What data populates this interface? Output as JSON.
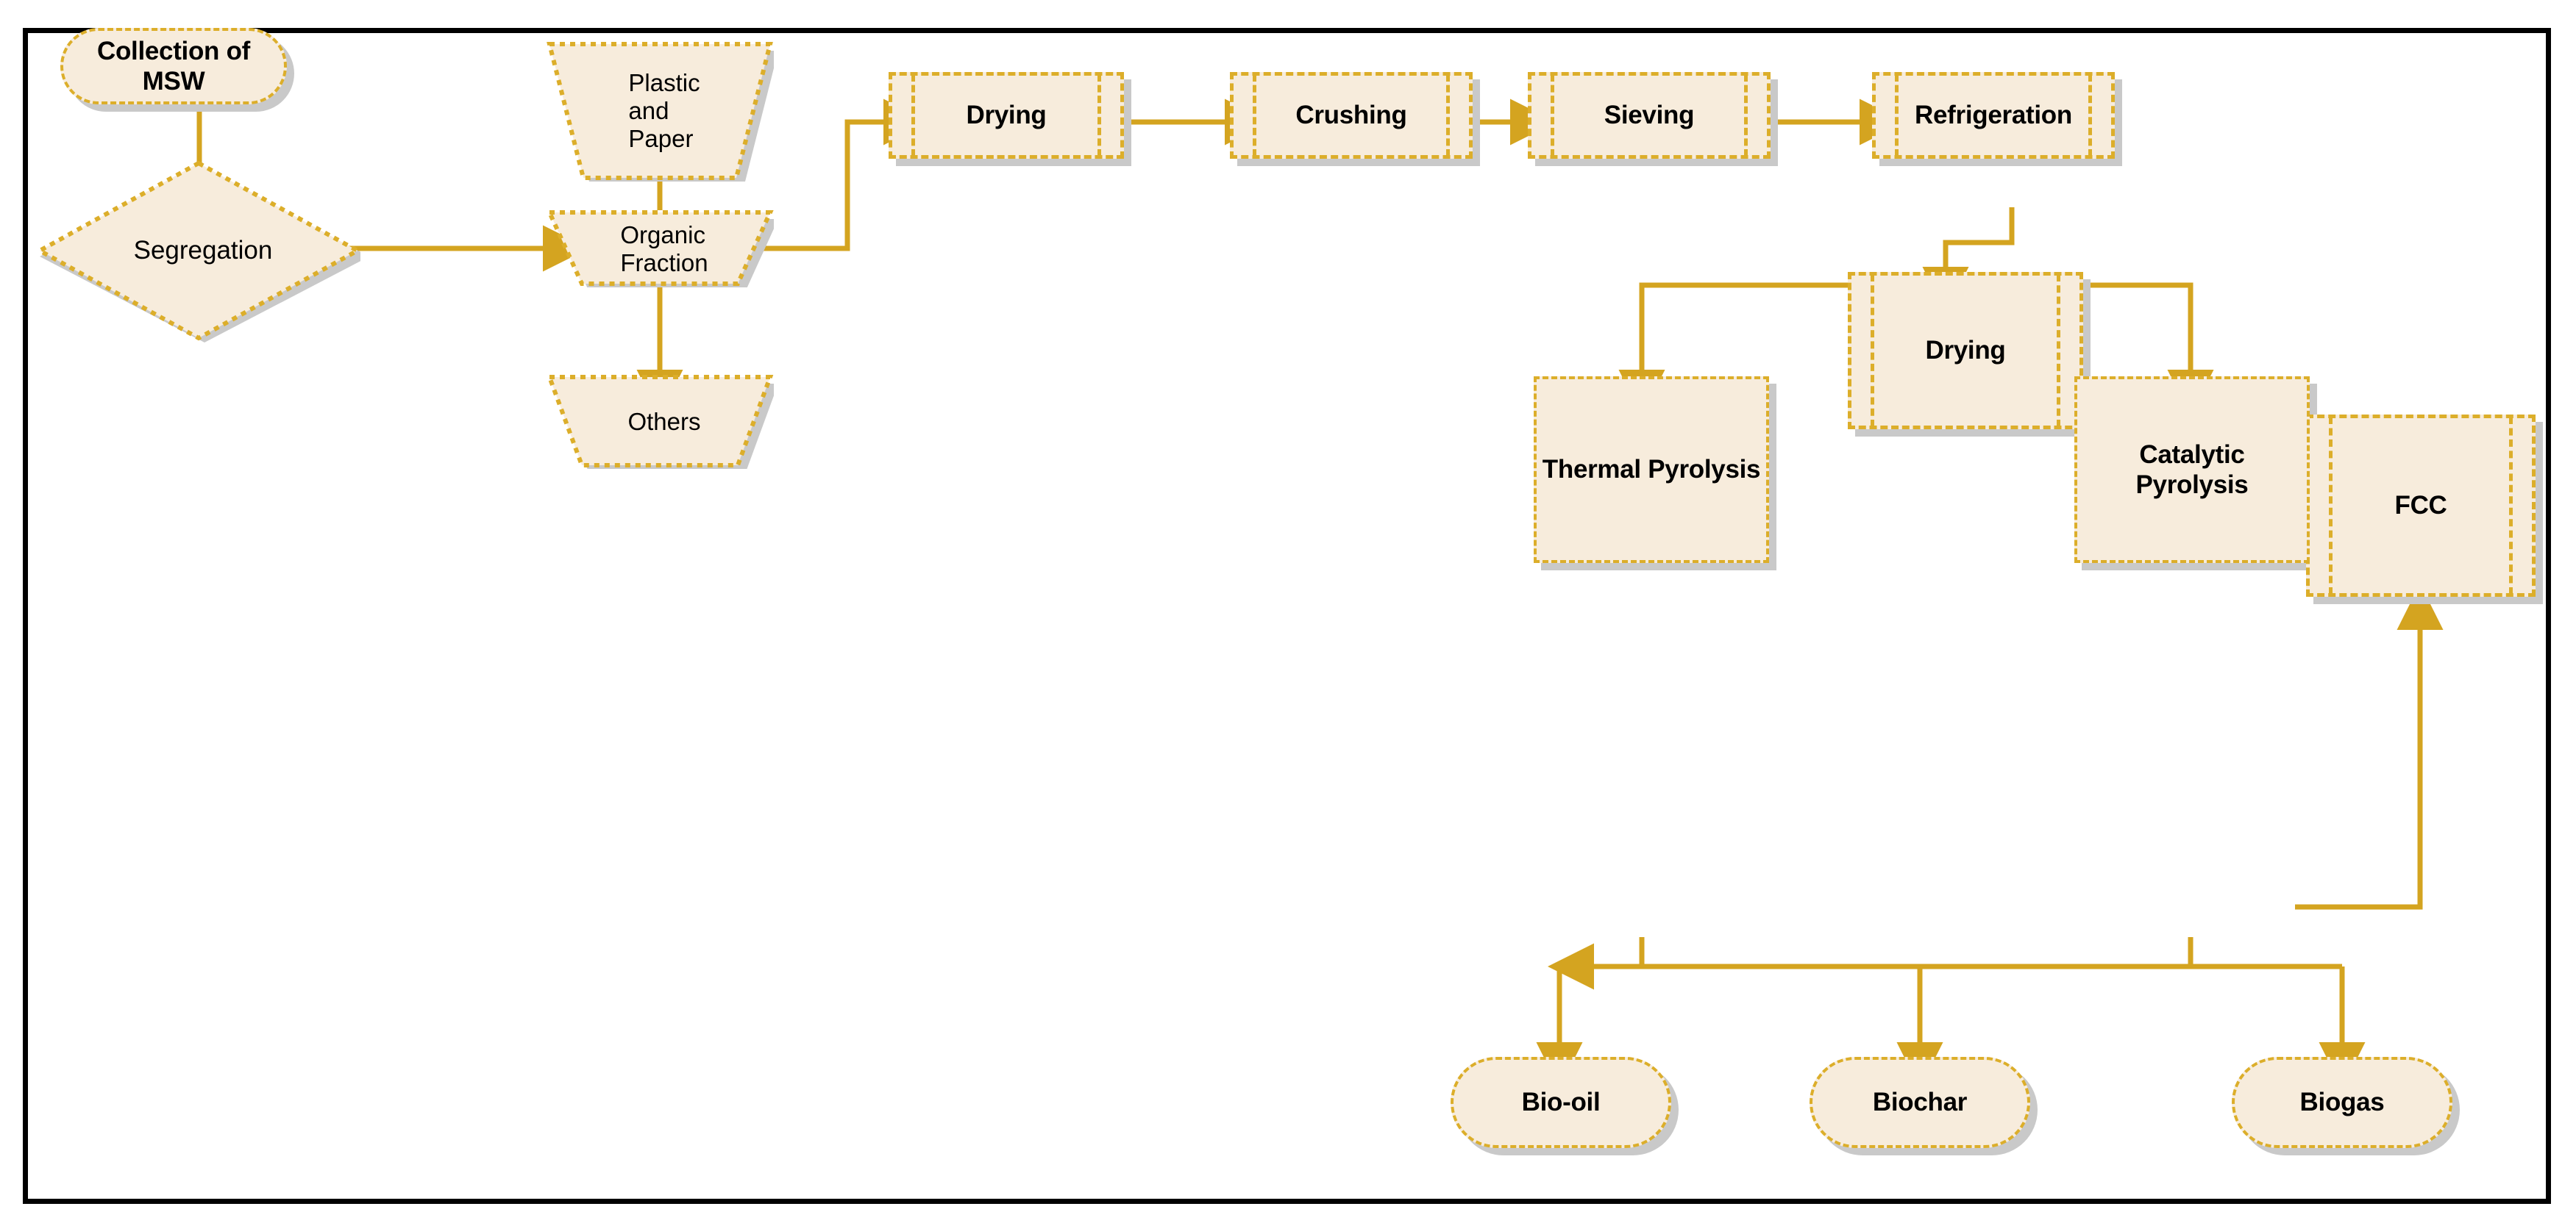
{
  "diagram": {
    "title": "Municipal Solid Waste to Pyrolysis Products Process Flowchart",
    "colors": {
      "shape_fill": "#f7ecdc",
      "shape_border": "#dcae2a",
      "connector": "#d4a420",
      "shadow": "#c9c9c9",
      "frame": "#000000",
      "text": "#000000",
      "background": "#ffffff"
    },
    "nodes": {
      "collection": {
        "label": "Collection of MSW",
        "shape": "terminator"
      },
      "segregation": {
        "label": "Segregation",
        "shape": "decision"
      },
      "plastic_paper": {
        "label": "Plastic\nand\nPaper",
        "shape": "trapezoid"
      },
      "organic_fraction": {
        "label": "Organic\nFraction",
        "shape": "trapezoid"
      },
      "others": {
        "label": "Others",
        "shape": "trapezoid"
      },
      "drying1": {
        "label": "Drying",
        "shape": "predefined-process"
      },
      "crushing": {
        "label": "Crushing",
        "shape": "predefined-process"
      },
      "sieving": {
        "label": "Sieving",
        "shape": "predefined-process"
      },
      "refrigeration": {
        "label": "Refrigeration",
        "shape": "predefined-process"
      },
      "drying2": {
        "label": "Drying",
        "shape": "predefined-process"
      },
      "fcc": {
        "label": "FCC",
        "shape": "predefined-process"
      },
      "thermal_pyrolysis": {
        "label": "Thermal Pyrolysis",
        "shape": "process"
      },
      "catalytic_pyrolysis": {
        "label": "Catalytic\nPyrolysis",
        "shape": "process"
      },
      "bio_oil": {
        "label": "Bio-oil",
        "shape": "terminator"
      },
      "biochar": {
        "label": "Biochar",
        "shape": "terminator"
      },
      "biogas": {
        "label": "Biogas",
        "shape": "terminator"
      }
    },
    "edges": [
      {
        "from": "collection",
        "to": "segregation"
      },
      {
        "from": "segregation",
        "to": "organic_fraction"
      },
      {
        "from": "organic_fraction",
        "to": "plastic_paper"
      },
      {
        "from": "organic_fraction",
        "to": "others"
      },
      {
        "from": "organic_fraction",
        "to": "drying1"
      },
      {
        "from": "drying1",
        "to": "crushing"
      },
      {
        "from": "crushing",
        "to": "sieving"
      },
      {
        "from": "sieving",
        "to": "refrigeration"
      },
      {
        "from": "refrigeration",
        "to": "drying2"
      },
      {
        "from": "drying2",
        "to": "thermal_pyrolysis"
      },
      {
        "from": "drying2",
        "to": "catalytic_pyrolysis"
      },
      {
        "from": "catalytic_pyrolysis",
        "to": "fcc"
      },
      {
        "from": "thermal_pyrolysis",
        "to": "bio_oil"
      },
      {
        "from": "thermal_pyrolysis",
        "to": "biochar"
      },
      {
        "from": "thermal_pyrolysis",
        "to": "biogas"
      },
      {
        "from": "catalytic_pyrolysis",
        "to": "bio_oil"
      },
      {
        "from": "catalytic_pyrolysis",
        "to": "biochar"
      },
      {
        "from": "catalytic_pyrolysis",
        "to": "biogas"
      }
    ]
  }
}
